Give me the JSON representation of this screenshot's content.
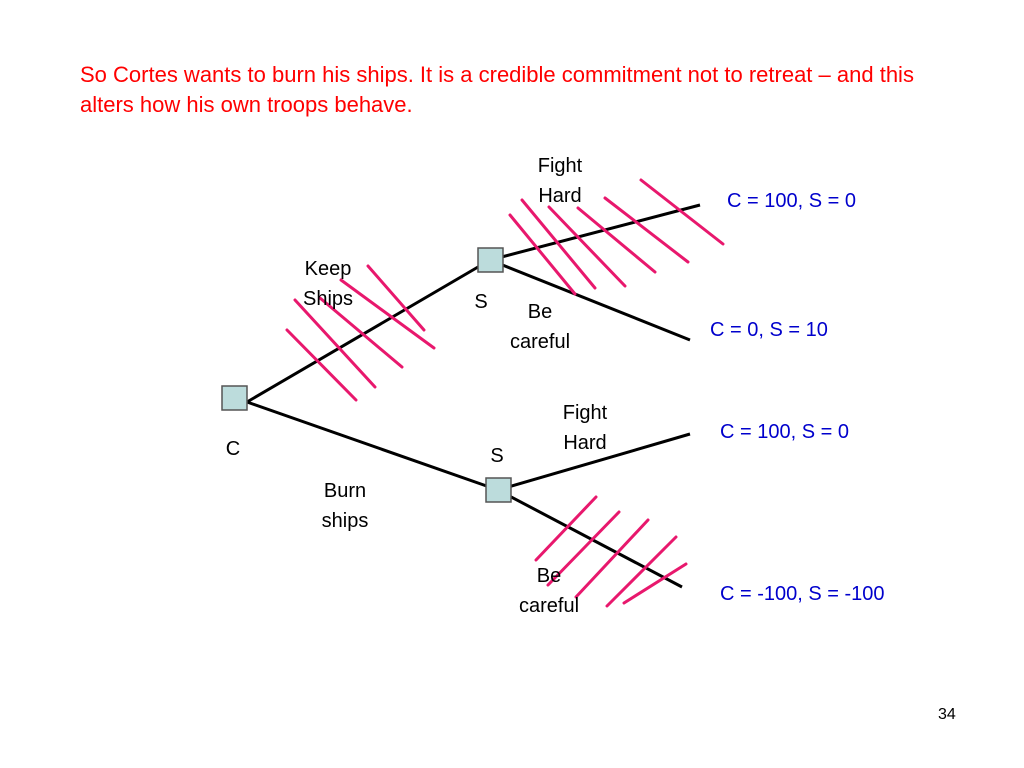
{
  "slide": {
    "caption": "So Cortes wants to burn his ships. It is a credible commitment not to retreat – and this alters how his own troops behave.",
    "page_number": "34"
  },
  "tree": {
    "root": {
      "player": "C"
    },
    "keep_node": {
      "player": "S"
    },
    "burn_node": {
      "player": "S"
    },
    "branches": {
      "keep_l1": "Keep",
      "keep_l2": "Ships",
      "burn_l1": "Burn",
      "burn_l2": "ships",
      "fight_top_l1": "Fight",
      "fight_top_l2": "Hard",
      "careful_top_l1": "Be",
      "careful_top_l2": "careful",
      "fight_bot_l1": "Fight",
      "fight_bot_l2": "Hard",
      "careful_bot_l1": "Be",
      "careful_bot_l2": "careful"
    },
    "payoffs": [
      "C = 100, S = 0",
      "C = 0, S = 10",
      "C = 100, S = 0",
      "C = -100, S = -100"
    ]
  },
  "colors": {
    "caption": "#ff0000",
    "payoff": "#0000cc",
    "strike": "#e8186d",
    "node_fill": "#bcdcdc",
    "edge": "#000000"
  }
}
